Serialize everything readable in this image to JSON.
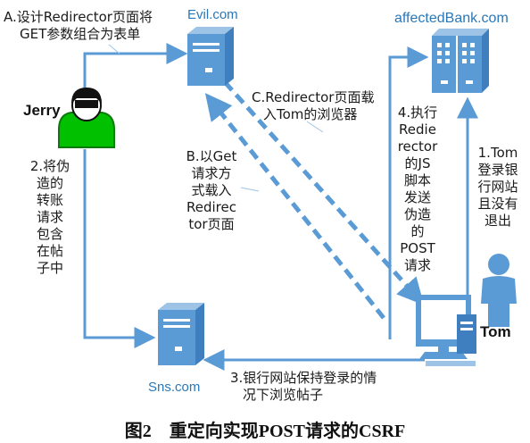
{
  "nodes": {
    "evil": "Evil.com",
    "bank": "affectedBank.com",
    "sns": "Sns.com"
  },
  "people": {
    "jerry": "Jerry",
    "tom": "Tom"
  },
  "steps": {
    "a_line1": "A.设计Redirector页面将",
    "a_line2": "GET参数组合为表单",
    "b": "B.以Get\n请求方\n式载入\nRedirec\ntor页面",
    "c_line1": "C.Redirector页面载",
    "c_line2": "入Tom的浏览器",
    "s1": "1.Tom\n登录银\n行网站\n且没有\n退出",
    "s2": "2.将伪\n造的\n转账\n请求\n包含\n在帖\n子中",
    "s3_line1": "3.银行网站保持登录的情",
    "s3_line2": "况下浏览帖子",
    "s4": "4.执行\nRedie\nrector\n的JS\n脚本\n发送\n伪造\n的\nPOST\n请求"
  },
  "caption": "图2　重定向实现POST请求的CSRF",
  "colors": {
    "arrow": "#5b9bd5",
    "server_body": "#5b9bd5",
    "server_light": "#9dc3e6",
    "person_green": "#00c000",
    "person_blue": "#5b9bd5"
  }
}
